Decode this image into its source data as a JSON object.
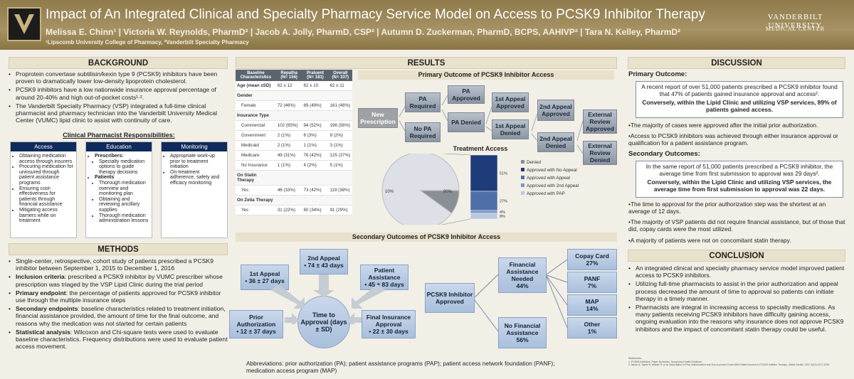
{
  "header": {
    "title": "Impact of An Integrated Clinical and Specialty Pharmacy Service Model on Access to PCSK9 Inhibitor Therapy",
    "authors": "Melissa E. Chinn¹ | Victoria W. Reynolds, PharmD² | Jacob A. Jolly, PharmD, CSP² | Autumn D. Zuckerman, PharmD, BCPS, AAHIVP² | Tara N. Kelley, PharmD²",
    "affiliations": "¹Lipscomb University College of Pharmacy, ²Vanderbilt Specialty Pharmacy",
    "brand_line1": "VANDERBILT UNIVERSITY",
    "brand_line2": "MEDICAL CENTER"
  },
  "background": {
    "heading": "BACKGROUND",
    "bullets": [
      "Proprotein convertase subtilisin/kexin type 9 (PCSK9) inhibitors have been proven to dramatically lower low-density lipoprotein cholesterol.",
      "PCSK9 inhibitors have a low nationwide insurance approval percentage of around 20-40% and high out-of-pocket costs¹·².",
      "The Vanderbilt Specialty Pharmacy (VSP) integrated a full-time clinical pharmacist and pharmacy technician into the Vanderbilt University Medical Center (VUMC) lipid clinic to assist with continuity of care."
    ],
    "resp_title": "Clinical Pharmacist Responsibilities:",
    "access_title": "Access",
    "access_items": [
      "Obtaining medication access through insurers",
      "Procuring medication for uninsured through patient assistance programs",
      "Ensuring cost-effectiveness for patients through financial assistance",
      "Mitigating access barriers while on treatment"
    ],
    "education_title": "Education",
    "edu_prescribers": "Prescribers:",
    "edu_prescriber_items": [
      "Specialty medication options to guide therapy decisions"
    ],
    "edu_patients": "Patients",
    "edu_patient_items": [
      "Thorough medication overview and monitoring plan",
      "Obtaining and reviewing ancillary supplies",
      "Thorough medication administration lessons"
    ],
    "monitoring_title": "Monitoring",
    "monitoring_items": [
      "Appropriate work-up prior to treatment initiation",
      "On-treatment adherence, safety and efficacy monitoring"
    ]
  },
  "methods": {
    "heading": "METHODS",
    "b1": "Single-center, retrospective, cohort study of patients prescribed a PCSK9 inhibitor between September 1, 2015 to December 1, 2016",
    "b2_label": "Inclusion criteria",
    "b2": ": prescribed a PCSK9 inhibitor by VUMC prescriber whose prescription was triaged by the VSP Lipid Clinic during the trial period",
    "b3_label": "Primary endpoint",
    "b3": ": the percentage of patients approved for PCSK9 inhibitor use through the multiple insurance steps",
    "b4_label": "Secondary endpoints",
    "b4": ": baseline characteristics related to treatment initiation, financial assistance provided, the amount of time for the final outcome, and reasons why the medication was not started for certain patients",
    "b5_label": "Statistical analysis",
    "b5": ": Wilcoxon and Chi-square tests were used to evaluate baseline characteristics. Frequency distributions were used to evaluate patient access movement."
  },
  "results": {
    "heading": "RESULTS",
    "table": {
      "headers": [
        "Baseline Characteristics",
        "Repatha (N= 156)",
        "Praluent (N= 181)",
        "Overall (N= 337)"
      ],
      "rows": [
        {
          "label": "Age (mean ±SD)",
          "v": [
            "62 ± 12",
            "62 ± 10",
            "62 ± 11"
          ],
          "bold": true
        },
        {
          "label": "Gender",
          "v": [
            "",
            "",
            ""
          ],
          "sub": true
        },
        {
          "label": "Female",
          "v": [
            "72 (46%)",
            "89 (49%)",
            "161 (48%)"
          ]
        },
        {
          "label": "Insurance Type",
          "v": [
            "",
            "",
            ""
          ],
          "sub": true
        },
        {
          "label": "Commercial",
          "v": [
            "102 (65%)",
            "94 (52%)",
            "196 (58%)"
          ]
        },
        {
          "label": "Government",
          "v": [
            "2 (1%)",
            "6 (3%)",
            "8 (2%)"
          ]
        },
        {
          "label": "Medicaid",
          "v": [
            "2 (1%)",
            "1 (1%)",
            "3 (1%)"
          ]
        },
        {
          "label": "Medicare",
          "v": [
            "49 (31%)",
            "76 (42%)",
            "125 (37%)"
          ]
        },
        {
          "label": "No Insurance",
          "v": [
            "1 (1%)",
            "4 (2%)",
            "5 (1%)"
          ]
        },
        {
          "label": "On Statin Therapy",
          "v": [
            "",
            "",
            ""
          ],
          "sub": true
        },
        {
          "label": "Yes",
          "v": [
            "46 (33%)",
            "73 (42%)",
            "119 (38%)"
          ]
        },
        {
          "label": "On Zetia Therapy",
          "v": [
            "",
            "",
            ""
          ],
          "sub": true
        },
        {
          "label": "Yes",
          "v": [
            "31 (22%)",
            "60 (34%)",
            "91 (29%)"
          ]
        }
      ]
    },
    "primary_title": "Primary Outcome of PCSK9 Inhibitor Access",
    "flow": {
      "new": "New Prescription",
      "pa_req": "PA Required",
      "no_pa": "No PA Required",
      "pa_app": "PA Approved",
      "pa_den": "PA Denied",
      "a1_app": "1st Appeal Approved",
      "a1_den": "1st Appeal Denied",
      "a2_app": "2nd Appeal Approved",
      "a2_den": "2nd Appeal Denied",
      "ext_app": "External Review Approved",
      "ext_den": "External Review Denied"
    },
    "secondary_title": "Secondary Outcomes of PCSK9 Inhibitor Access",
    "times": {
      "a1": "1st Appeal",
      "a1v": "• 36 ± 27 days",
      "a2": "2nd Appeal",
      "a2v": "• 74 ± 43 days",
      "pa": "Patient Assistance",
      "pav": "• 45 ± 83 days",
      "prior": "Prior Authorization",
      "priorv": "• 12 ± 37 days",
      "center": "Time to Approval (days ± SD)",
      "final": "Final Insurance Approval",
      "finalv": "• 22 ± 30 days"
    },
    "fin": {
      "approved": "PCSK9 Inhibitor Approved",
      "needed": "Financial Assistance Needed",
      "needed_pct": "44%",
      "none": "No Financial Assistance",
      "none_pct": "56%",
      "copay": "Copay Card",
      "copay_pct": "27%",
      "panf": "PANF",
      "panf_pct": "7%",
      "map": "MAP",
      "map_pct": "14%",
      "other": "Other",
      "other_pct": "1%"
    },
    "abbreviations": "Abbreviations: prior authorization (PA); patient assistance programs (PAP); patient access network foundation (PANF); medication access program (MAP)"
  },
  "chart_data": {
    "type": "bar",
    "title": "Treatment Access",
    "pie_labels": [
      "10%",
      "90%"
    ],
    "categories": [
      "Denied",
      "Approved with No Appeal",
      "Approved with Appeal",
      "Approved with 2nd Appeal",
      "Approved with PAP"
    ],
    "bar_labels": [
      "51%",
      "27%",
      "4%",
      "8%"
    ],
    "values": [
      10,
      51,
      27,
      4,
      8
    ],
    "colors": [
      "#8a8f96",
      "#1f3c7a",
      "#4f6fa8",
      "#7e97c3",
      "#b8c6e0"
    ],
    "legend": "right"
  },
  "discussion": {
    "heading": "DISCUSSION",
    "primary_label": "Primary Outcome:",
    "box1": "A recent report of over 51,000 patients prescribed a PCSK9 inhibitor found that 47% of patients gained insurance approval and access².",
    "box1b": "Conversely, within the Lipid Clinic and utilizing VSP services, 89% of patients gained access.",
    "p1": "•The majority of cases were approved after the initial prior authorization.",
    "p2": "•Access to PCSK9 inhibitors was achieved through either insurance approval or qualification for a patient assistance program.",
    "secondary_label": "Secondary Outcomes:",
    "box2": "In the same report of 51,000 patients prescribed a PCSK9 inhibitor, the average time from first submission to approval was 29 days².",
    "box2b": "Conversely, within the Lipid Clinic and utilizing VSP services, the average time from first submission to approval was 22 days.",
    "p3": "•The time to approval for the prior authorization step was the shortest at an average of 12 days.",
    "p4": "•The majority of VSP patients did not require financial assistance, but of those that did, copay cards were the most utilized.",
    "p5": "•A majority of patients were not on concomitant statin therapy."
  },
  "conclusion": {
    "heading": "CONCLUSION",
    "bullets": [
      "An integrated clinical and specialty pharmacy service model improved patient access to PCSK9 inhibitors.",
      "Utilizing full-time pharmacists to assist in the prior authorization and appeal process decreased the amount of time to approval so patients can initiate therapy in a timely manner.",
      "Pharmacists are integral in increasing access to specialty medications. As many patients receiving PCSK9 inhibitors have difficulty gaining access, ongoing evaluation into the reasons why insurance does not approve PCSK9 inhibitors and the impact of concomitant statin therapy could be useful."
    ],
    "refs_title": "References:",
    "ref1": "1. PCSK9 Inhibitors. Payer Dynamics. Symphony Health Solutions.",
    "ref2": "2. Navar A, Taylor B, Mulder H, et al. Association of Prior Authorization and Out-of-pocket Costs With Patient Access to PCSK9 Inhibitor Therapy. JAMA Cardiol. 2017;2(11):1217-1225."
  }
}
